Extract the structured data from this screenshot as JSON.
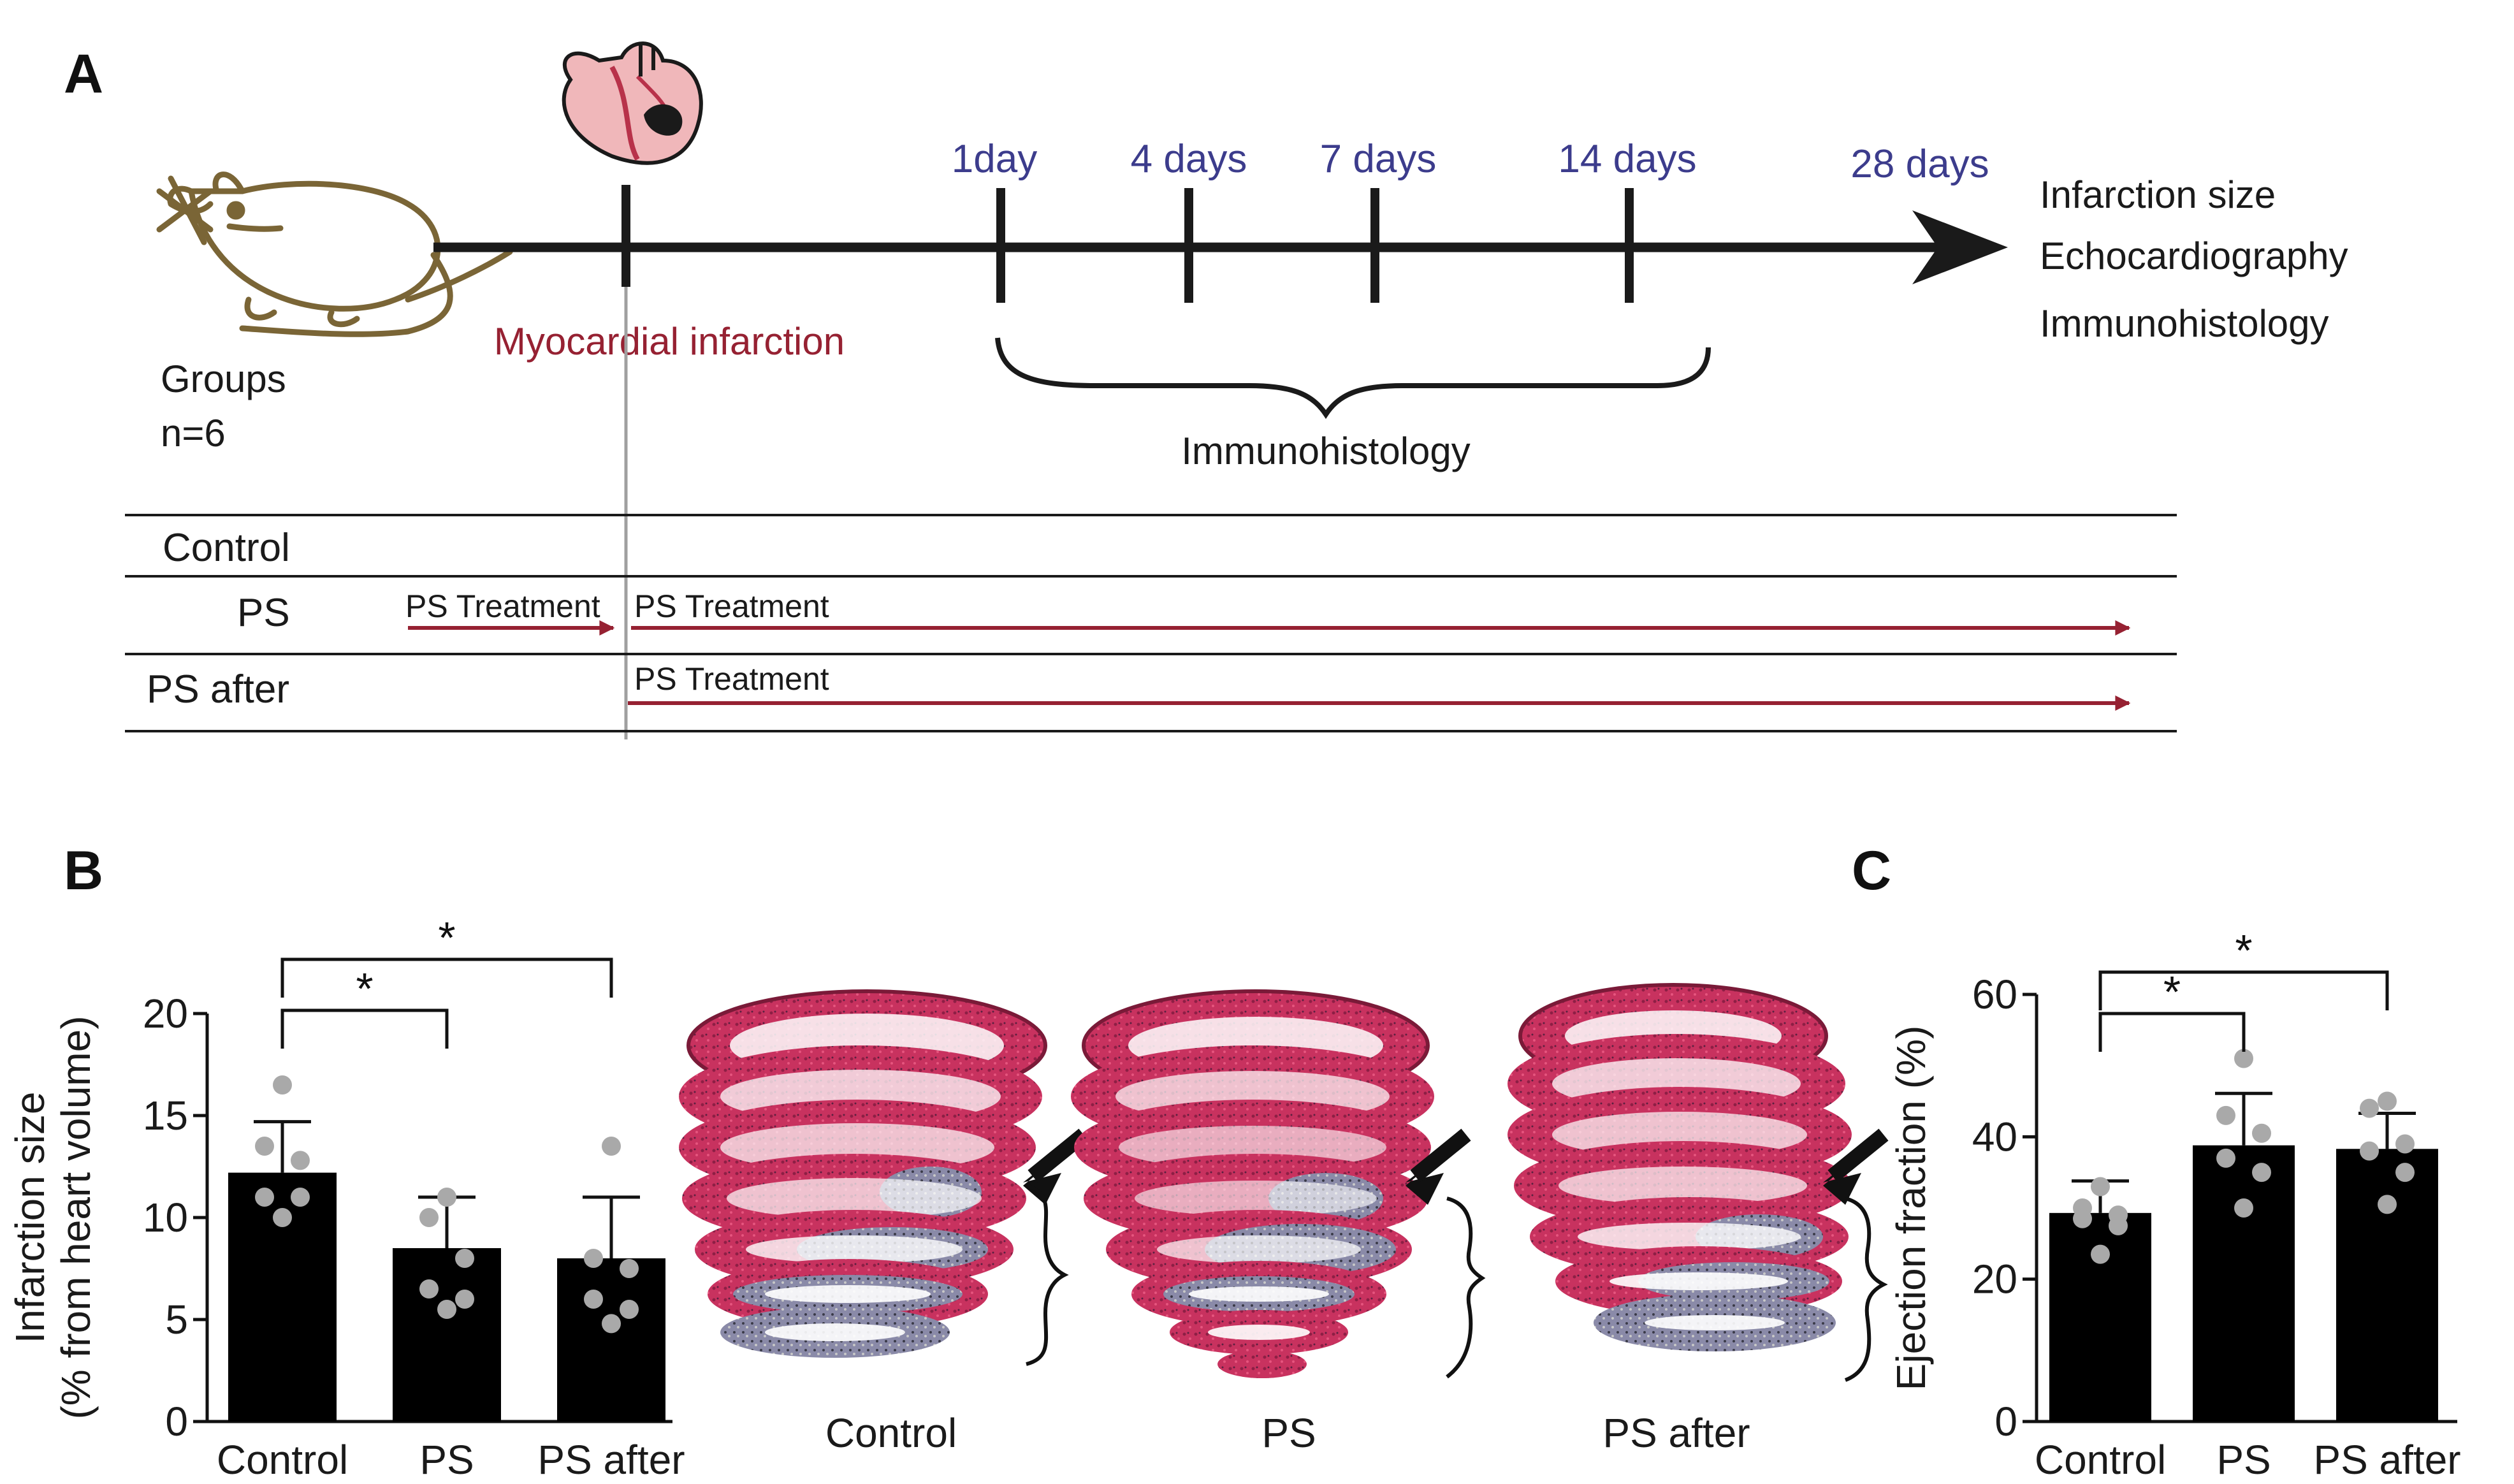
{
  "panelA": {
    "label": "A",
    "timeline": [
      "1day",
      "4 days",
      "7 days",
      "14 days",
      "28 days"
    ],
    "mi_label": "Myocardial infarction",
    "groups_label": "Groups",
    "n_label": "n=6",
    "immuno_label": "Immunohistology",
    "endpoints": [
      "Infarction size",
      "Echocardiography",
      "Immunohistology"
    ],
    "rows": [
      {
        "name": "Control",
        "treatments": []
      },
      {
        "name": "PS",
        "treatments": [
          "PS Treatment",
          "PS Treatment"
        ]
      },
      {
        "name": "PS after",
        "treatments": [
          "PS Treatment"
        ]
      }
    ],
    "colors": {
      "timeline": "#1a1a1a",
      "timepoints": "#3c3c8c",
      "treatment": "#962132",
      "mouse": "#7a6536"
    }
  },
  "panelB": {
    "label": "B",
    "image_labels": [
      "Control",
      "PS",
      "PS after"
    ]
  },
  "panelC": {
    "label": "C"
  },
  "chart_data": [
    {
      "type": "bar",
      "panel": "B",
      "categories": [
        "Control",
        "PS",
        "PS after"
      ],
      "values": [
        12.2,
        8.5,
        8.0
      ],
      "errors": [
        2.5,
        2.5,
        3.0
      ],
      "points": [
        [
          16.5,
          13.5,
          12.8,
          11.0,
          11.0,
          10.0
        ],
        [
          11.0,
          10.0,
          8.0,
          6.5,
          6.0,
          5.5
        ],
        [
          13.5,
          8.0,
          7.5,
          6.0,
          5.5,
          4.8
        ]
      ],
      "ylabel": "Infarction size\n(% from heart volume)",
      "ylim": [
        0,
        20
      ],
      "yticks": [
        0,
        5,
        10,
        15,
        20
      ],
      "significance": [
        {
          "from": 0,
          "to": 1,
          "text": "*"
        },
        {
          "from": 0,
          "to": 2,
          "text": "*"
        }
      ],
      "colors": {
        "bar": "#000000",
        "points": "#a9a9a9"
      }
    },
    {
      "type": "bar",
      "panel": "C",
      "categories": [
        "Control",
        "PS",
        "PS after"
      ],
      "values": [
        29.3,
        38.8,
        38.3
      ],
      "errors": [
        4.5,
        7.3,
        5.0
      ],
      "points": [
        [
          33.0,
          30.0,
          29.0,
          28.5,
          27.5,
          23.5
        ],
        [
          51.0,
          43.0,
          40.5,
          37.0,
          35.0,
          30.0
        ],
        [
          45.0,
          44.0,
          39.0,
          38.0,
          35.0,
          30.5
        ]
      ],
      "ylabel": "Ejection fraction (%)",
      "ylim": [
        0,
        60
      ],
      "yticks": [
        0,
        20,
        40,
        60
      ],
      "significance": [
        {
          "from": 0,
          "to": 1,
          "text": "*"
        },
        {
          "from": 0,
          "to": 2,
          "text": "*"
        }
      ],
      "colors": {
        "bar": "#000000",
        "points": "#a9a9a9"
      }
    }
  ]
}
